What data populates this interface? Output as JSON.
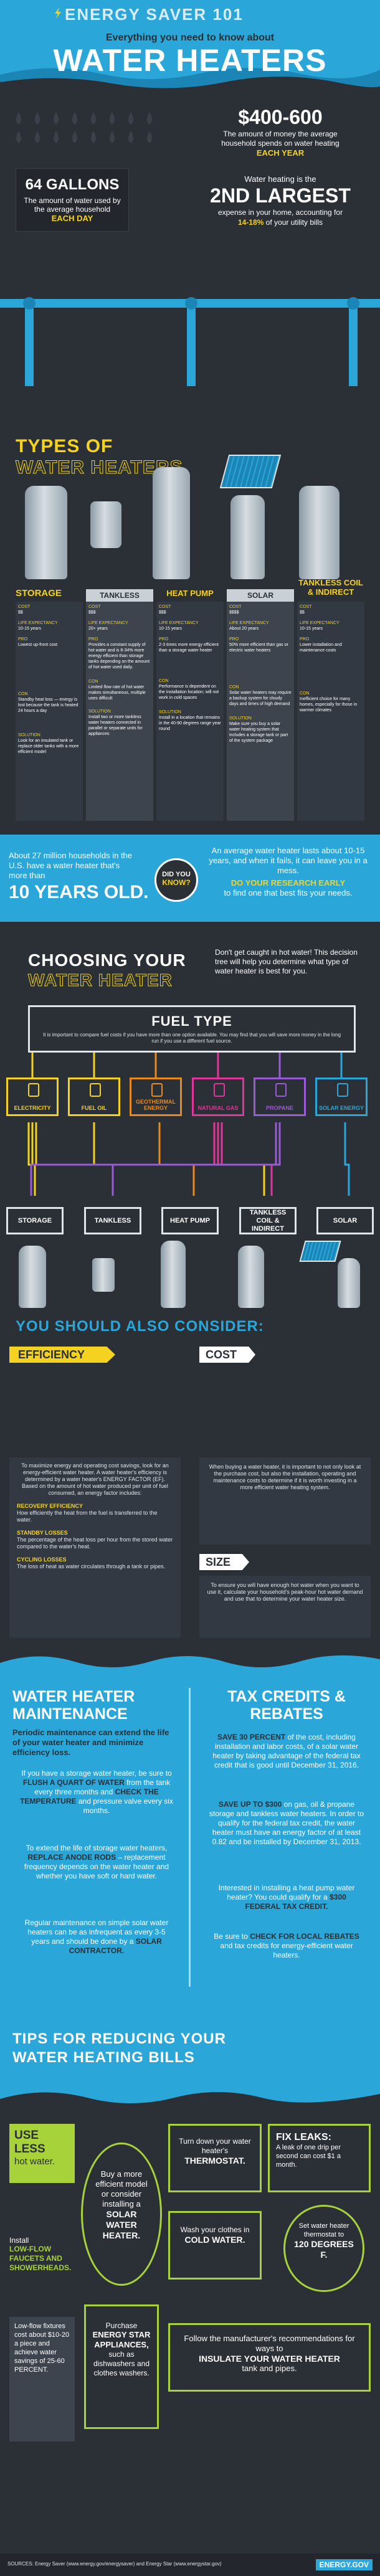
{
  "header": {
    "kicker": "ENERGY SAVER 101",
    "subtitle": "Everything you need to know about",
    "title": "WATER HEATERS"
  },
  "stats": {
    "gallons": "64 GALLONS",
    "gallons_desc": "The amount of water used by the average household",
    "each_day": "EACH DAY",
    "money": "$400-600",
    "money_desc": "The amount of money the average household spends on water heating",
    "each_year": "EACH YEAR",
    "expense_kicker": "Water heating is the",
    "second_largest": "2ND LARGEST",
    "expense_desc": "expense in your home, accounting for",
    "percent": "14-18%",
    "percent_suffix": "of your utility bills"
  },
  "types": {
    "title_line1": "TYPES OF",
    "title_line2": "WATER HEATERS",
    "columns": [
      {
        "name": "STORAGE",
        "cost_label": "COST",
        "cost": "$$",
        "life_label": "LIFE EXPECTANCY",
        "life": "10-15 years",
        "pro_label": "PRO",
        "pro": "Lowest up-front cost",
        "con_label": "CON",
        "con": "Standby heat loss — energy is lost because the tank is heated 24 hours a day",
        "solution_label": "SOLUTION",
        "solution": "Look for an insulated tank or replace older tanks with a more efficient model"
      },
      {
        "name": "TANKLESS",
        "cost_label": "COST",
        "cost": "$$$",
        "life_label": "LIFE EXPECTANCY",
        "life": "20+ years",
        "pro_label": "PRO",
        "pro": "Provides a constant supply of hot water and is 8-34% more energy efficient than storage tanks depending on the amount of hot water used daily.",
        "con_label": "CON",
        "con": "Limited flow rate of hot water makes simultaneous, multiple uses difficult",
        "solution_label": "SOLUTION",
        "solution": "Install two or more tankless water heaters connected in parallel or separate units for appliances"
      },
      {
        "name": "HEAT PUMP",
        "cost_label": "COST",
        "cost": "$$$",
        "life_label": "LIFE EXPECTANCY",
        "life": "10-15 years",
        "pro_label": "PRO",
        "pro": "2-3 times more energy efficient than a storage water heater",
        "con_label": "CON",
        "con": "Performance is dependent on the installation location; will not work in cold spaces",
        "solution_label": "SOLUTION",
        "solution": "Install in a location that remains in the 40-90 degrees range year round"
      },
      {
        "name": "SOLAR",
        "cost_label": "COST",
        "cost": "$$$$",
        "life_label": "LIFE EXPECTANCY",
        "life": "About 20 years",
        "pro_label": "PRO",
        "pro": "50% more efficient than gas or electric water heaters",
        "con_label": "CON",
        "con": "Solar water heaters may require a backup system for cloudy days and times of high demand",
        "solution_label": "SOLUTION",
        "solution": "Make sure you buy a solar water heating system that includes a storage tank or part of the system package"
      },
      {
        "name": "TANKLESS COIL & INDIRECT",
        "cost_label": "COST",
        "cost": "$$",
        "life_label": "LIFE EXPECTANCY",
        "life": "10-15 years",
        "pro_label": "PRO",
        "pro": "Lower installation and maintenance costs",
        "con_label": "CON",
        "con": "Inefficient choice for many homes, especially for those in warmer climates",
        "solution_label": "",
        "solution": ""
      }
    ]
  },
  "did_you_know": {
    "left_text": "About 27 million households in the U.S. have a water heater that's more than",
    "left_big": "10 YEARS OLD.",
    "badge_line1": "DID YOU",
    "badge_line2": "KNOW?",
    "right_text": "An average water heater lasts about 10-15 years, and when it fails, it can leave you in a mess.",
    "right_cta": "DO YOUR RESEARCH EARLY",
    "right_tail": "to find one that best fits your needs."
  },
  "choosing": {
    "title_line1": "CHOOSING YOUR",
    "title_line2": "WATER HEATER",
    "aside": "Don't get caught in hot water! This decision tree will help you determine what type of water heater is best for you.",
    "fuel_title": "FUEL TYPE",
    "fuel_desc": "It is important to compare fuel costs if you have more than one option available. You may find that you will save more money in the long run if you use a different fuel source.",
    "fuels": [
      "ELECTRICITY",
      "FUEL OIL",
      "GEOTHERMAL ENERGY",
      "NATURAL GAS",
      "PROPANE",
      "SOLAR ENERGY"
    ],
    "fuel_colors": [
      "#f4d21f",
      "#f4d21f",
      "#e8891c",
      "#e0359a",
      "#9a5bd6",
      "#2aa7d8"
    ],
    "heaters": [
      "STORAGE",
      "TANKLESS",
      "HEAT PUMP",
      "TANKLESS COIL & INDIRECT",
      "SOLAR"
    ]
  },
  "consider": {
    "title": "YOU SHOULD ALSO CONSIDER:",
    "efficiency_title": "EFFICIENCY",
    "efficiency_text": "To maximize energy and operating cost savings, look for an energy-efficient water heater. A water heater's efficiency is determined by a water heater's ENERGY FACTOR (EF). Based on the amount of hot water produced per unit of fuel consumed, an energy factor includes:",
    "recovery_title": "RECOVERY EFFICIENCY",
    "recovery_text": "How efficiently the heat from the fuel is transferred to the water.",
    "standby_title": "STANDBY LOSSES",
    "standby_text": "The percentage of the heat loss per hour from the stored water compared to the water's heat.",
    "cycling_title": "CYCLING LOSSES",
    "cycling_text": "The loss of heat as water circulates through a tank or pipes.",
    "cost_title": "COST",
    "cost_text": "When buying a water heater, it is important to not only look at the purchase cost, but also the installation, operating and maintenance costs to determine if it is worth investing in a more efficient water heating system.",
    "size_title": "SIZE",
    "size_text": "To ensure you will have enough hot water when you want to use it, calculate your household's peak-hour hot water demand and use that to determine your water heater size."
  },
  "maintenance": {
    "title": "WATER HEATER MAINTENANCE",
    "intro": "Periodic maintenance can extend the life of your water heater and minimize efficiency loss.",
    "p1_a": "If you have a storage water heater, be sure to",
    "p1_b": "FLUSH A QUART OF WATER",
    "p1_c": "from the tank every three months and",
    "p1_d": "CHECK THE TEMPERATURE",
    "p1_e": "and pressure valve every six months.",
    "p2_a": "To extend the life of storage water heaters,",
    "p2_b": "REPLACE ANODE RODS",
    "p2_c": "– replacement frequency depends on the water heater and whether you have soft or hard water.",
    "p3_a": "Regular maintenance on simple solar water heaters can be as infrequent as every 3-5 years and should be done by a",
    "p3_b": "SOLAR CONTRACTOR."
  },
  "tax": {
    "title": "TAX CREDITS & REBATES",
    "p1_a": "SAVE 30 PERCENT",
    "p1_b": "of the cost, including installation and labor costs, of a solar water heater by taking advantage of the federal tax credit that is good until December 31, 2016.",
    "p2_a": "SAVE UP TO $300",
    "p2_b": "on gas, oil & propane storage and tankless water heaters. In order to qualify for the federal tax credit, the water heater must have an energy factor of at least 0.82 and be installed by December 31, 2013.",
    "p3_a": "Interested in installing a heat pump water heater? You could qualify for a",
    "p3_b": "$300 FEDERAL TAX CREDIT.",
    "p4_a": "Be sure to",
    "p4_b": "CHECK FOR LOCAL REBATES",
    "p4_c": "and tax credits for energy-efficient water heaters."
  },
  "tips": {
    "title_line1": "TIPS FOR REDUCING YOUR",
    "title_line2": "WATER HEATING BILLS",
    "t1_a": "USE LESS",
    "t1_b": "hot water.",
    "t2_a": "Install",
    "t2_b": "LOW-FLOW FAUCETS AND SHOWERHEADS.",
    "t3": "Low-flow fixtures cost about $10-20 a piece and achieve water savings of 25-60 PERCENT.",
    "t4_a": "Buy a more efficient model or consider installing a",
    "t4_b": "SOLAR WATER HEATER.",
    "t5_a": "Purchase",
    "t5_b": "ENERGY STAR APPLIANCES,",
    "t5_c": "such as dishwashers and clothes washers.",
    "t6_a": "Turn down your water heater's",
    "t6_b": "THERMOSTAT.",
    "t7_a": "Wash your clothes in",
    "t7_b": "COLD WATER.",
    "t8_a": "FIX LEAKS:",
    "t8_b": "A leak of one drip per second can cost $1 a month.",
    "t9_a": "Set water heater thermostat to",
    "t9_b": "120 DEGREES F.",
    "t10_a": "Follow the manufacturer's recommendations for ways to",
    "t10_b": "INSULATE YOUR WATER HEATER",
    "t10_c": "tank and pipes.",
    "sources": "SOURCES: Energy Saver (www.energy.gov/energysaver) and Energy Star (www.energystar.gov)",
    "footer_logo": "ENERGY.GOV"
  },
  "colors": {
    "bg": "#2b2f36",
    "blue": "#2aa7d8",
    "yellow": "#f4d21f",
    "dark": "#23272d"
  }
}
